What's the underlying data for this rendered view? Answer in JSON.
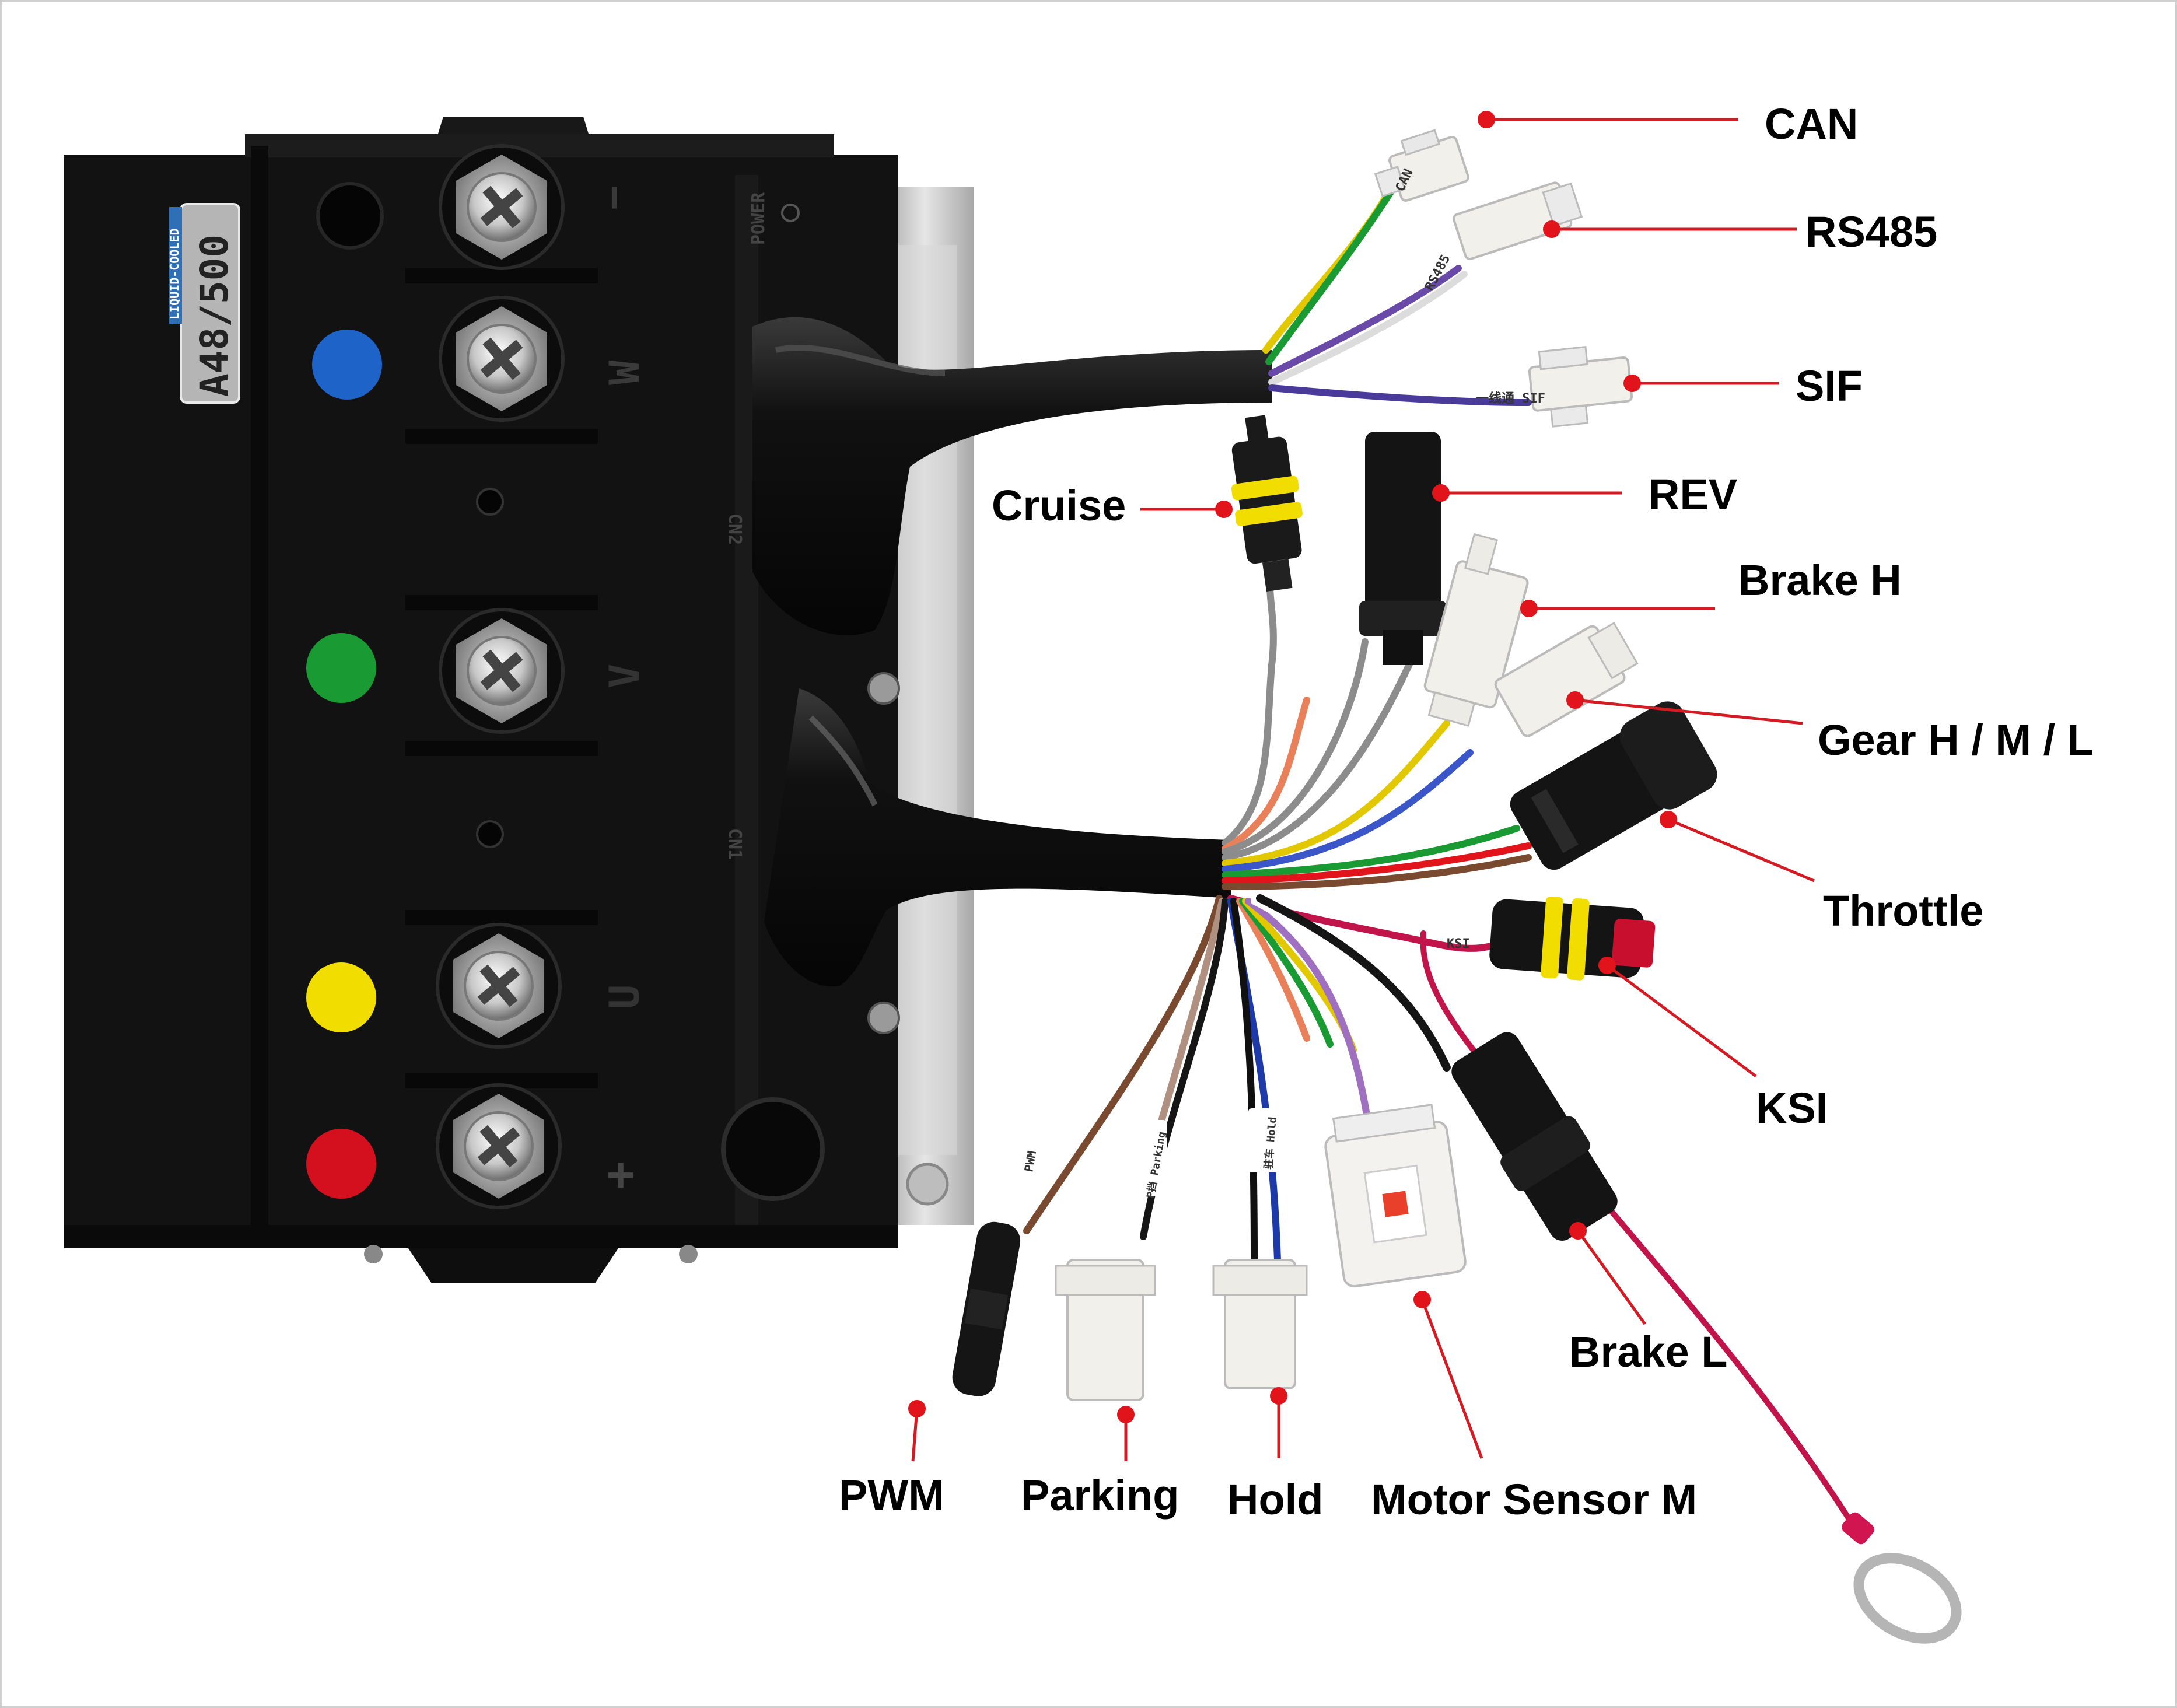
{
  "controller": {
    "badge_top": "LIQUID-COOLED",
    "model": "A48/500",
    "power_mark": "POWER",
    "cn2_mark": "CN2",
    "cn1_mark": "CN1",
    "terminal_minus": "−",
    "terminal_w": "W",
    "terminal_v": "V",
    "terminal_u": "U",
    "terminal_plus": "+",
    "indicator_colors": [
      "#1e63c8",
      "#1a9a32",
      "#f2dd00",
      "#d4101e"
    ],
    "body_color": "#121212"
  },
  "wire_tags": {
    "can": "CAN",
    "rs485": "RS485",
    "sif": "一线通 SIF",
    "pwm": "PWM",
    "parking": "P挡 Parking",
    "hold": "驻车 Hold",
    "ksi": "KSI"
  },
  "callouts": [
    {
      "key": "can",
      "label": "CAN"
    },
    {
      "key": "rs485",
      "label": "RS485"
    },
    {
      "key": "sif",
      "label": "SIF"
    },
    {
      "key": "cruise",
      "label": "Cruise"
    },
    {
      "key": "rev",
      "label": "REV"
    },
    {
      "key": "brake_h",
      "label": "Brake H"
    },
    {
      "key": "gear",
      "label": "Gear H / M / L"
    },
    {
      "key": "throttle",
      "label": "Throttle"
    },
    {
      "key": "ksi",
      "label": "KSI"
    },
    {
      "key": "brake_l",
      "label": "Brake L"
    },
    {
      "key": "motor_sensor",
      "label": "Motor Sensor M"
    },
    {
      "key": "hold",
      "label": "Hold"
    },
    {
      "key": "parking",
      "label": "Parking"
    },
    {
      "key": "pwm",
      "label": "PWM"
    }
  ],
  "colors": {
    "callout_dot": "#e1141c",
    "callout_line": "#d41a22",
    "label_text": "#000000"
  }
}
